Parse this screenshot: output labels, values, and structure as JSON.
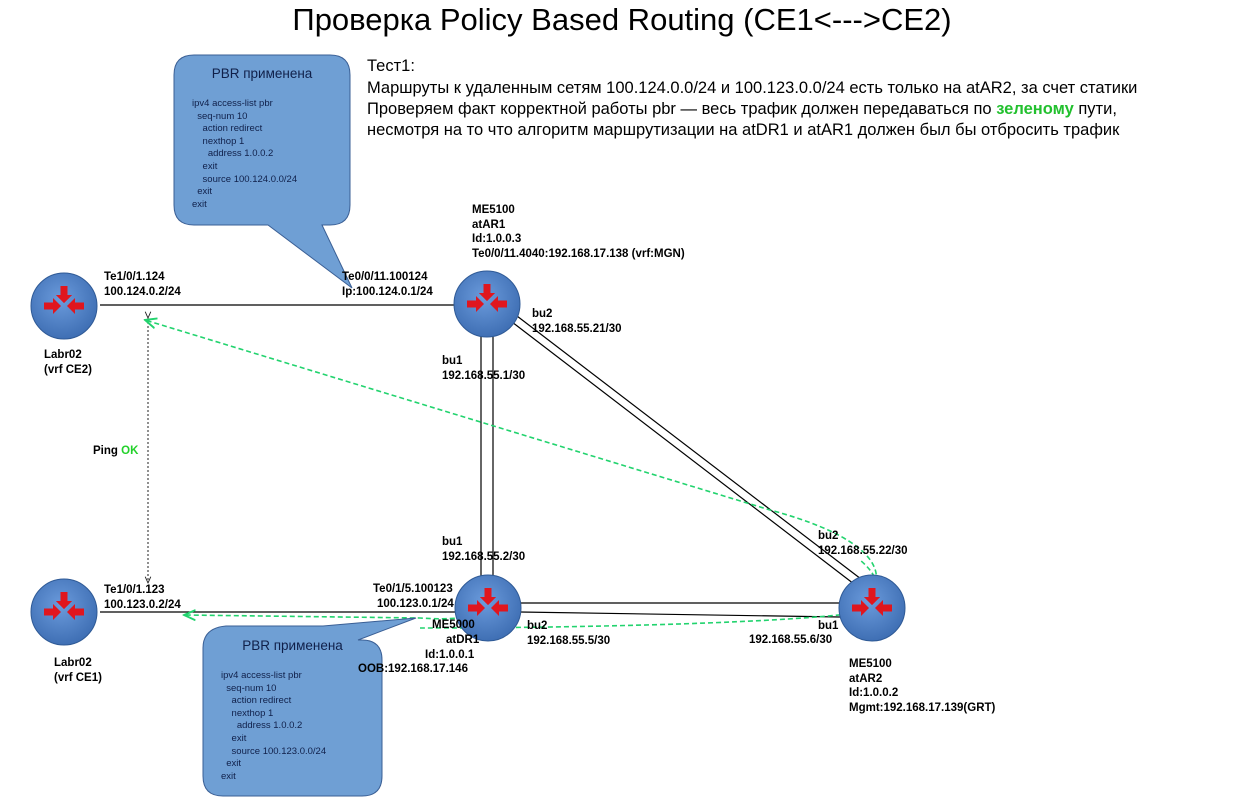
{
  "title": "Проверка Policy Based Routing (CE1<--->CE2)",
  "description": {
    "line1": "Тест1:",
    "line2": "Маршруты к удаленным сетям 100.124.0.0/24 и 100.123.0.0/24 есть только на atAR2, за счет статики",
    "line3_pre": "Проверяем факт корректной работы pbr — весь трафик должен передаваться по ",
    "line3_highlight": "зеленому",
    "line3_post": " пути,",
    "line4": "несмотря на то что алгоритм маршрутизации на atDR1 и atAR1 должен был бы отбросить трафик"
  },
  "callout_top": {
    "title": "PBR применена",
    "code": "ipv4 access-list pbr\n  seq-num 10\n    action redirect\n    nexthop 1\n      address 1.0.0.2\n    exit\n    source 100.124.0.0/24\n  exit\nexit"
  },
  "callout_bottom": {
    "title": "PBR применена",
    "code": "ipv4 access-list pbr\n  seq-num 10\n    action redirect\n    nexthop 1\n      address 1.0.0.2\n    exit\n    source 100.123.0.0/24\n  exit\nexit"
  },
  "routers": {
    "ce2": {
      "name": "Labr02",
      "vrf": "(vrf CE2)"
    },
    "ce1": {
      "name": "Labr02",
      "vrf": "(vrf CE1)"
    },
    "ar1": {
      "model": "ME5100",
      "name": "atAR1",
      "id": "Id:1.0.0.3",
      "mgmt": "Te0/0/11.4040:192.168.17.138 (vrf:MGN)"
    },
    "dr1": {
      "model": "ME5000",
      "name": "atDR1",
      "id": "Id:1.0.0.1",
      "oob": "OOB:192.168.17.146"
    },
    "ar2": {
      "model": "ME5100",
      "name": "atAR2",
      "id": "Id:1.0.0.2",
      "mgmt": "Mgmt:192.168.17.139(GRT)"
    }
  },
  "interfaces": {
    "ce2_if": "Te1/0/1.124",
    "ce2_ip": "100.124.0.2/24",
    "ar1_te_if": "Te0/0/11.100124",
    "ar1_te_ip": "Ip:100.124.0.1/24",
    "ar1_bu2_if": "bu2",
    "ar1_bu2_ip": "192.168.55.21/30",
    "ar1_bu1_if": "bu1",
    "ar1_bu1_ip": "192.168.55.1/30",
    "dr1_bu1_if": "bu1",
    "dr1_bu1_ip": "192.168.55.2/30",
    "ce1_if": "Te1/0/1.123",
    "ce1_ip": "100.123.0.2/24",
    "dr1_te_if": "Te0/1/5.100123",
    "dr1_te_ip": "100.123.0.1/24",
    "dr1_bu2_if": "bu2",
    "dr1_bu2_ip": "192.168.55.5/30",
    "ar2_bu2_if": "bu2",
    "ar2_bu2_ip": "192.168.55.22/30",
    "ar2_bu1_if": "bu1",
    "ar2_bu1_ip": "192.168.55.6/30"
  },
  "ping": {
    "label": "Ping",
    "status": "OK"
  },
  "colors": {
    "router_fill": "#4f83c9",
    "router_arrow": "#e0161e",
    "router_arrow_dark": "#6a2a35",
    "callout_fill": "#6f9fd4",
    "callout_stroke": "#3a5f95",
    "pbr_path": "#22d36e",
    "text_highlight": "#22c02e"
  }
}
